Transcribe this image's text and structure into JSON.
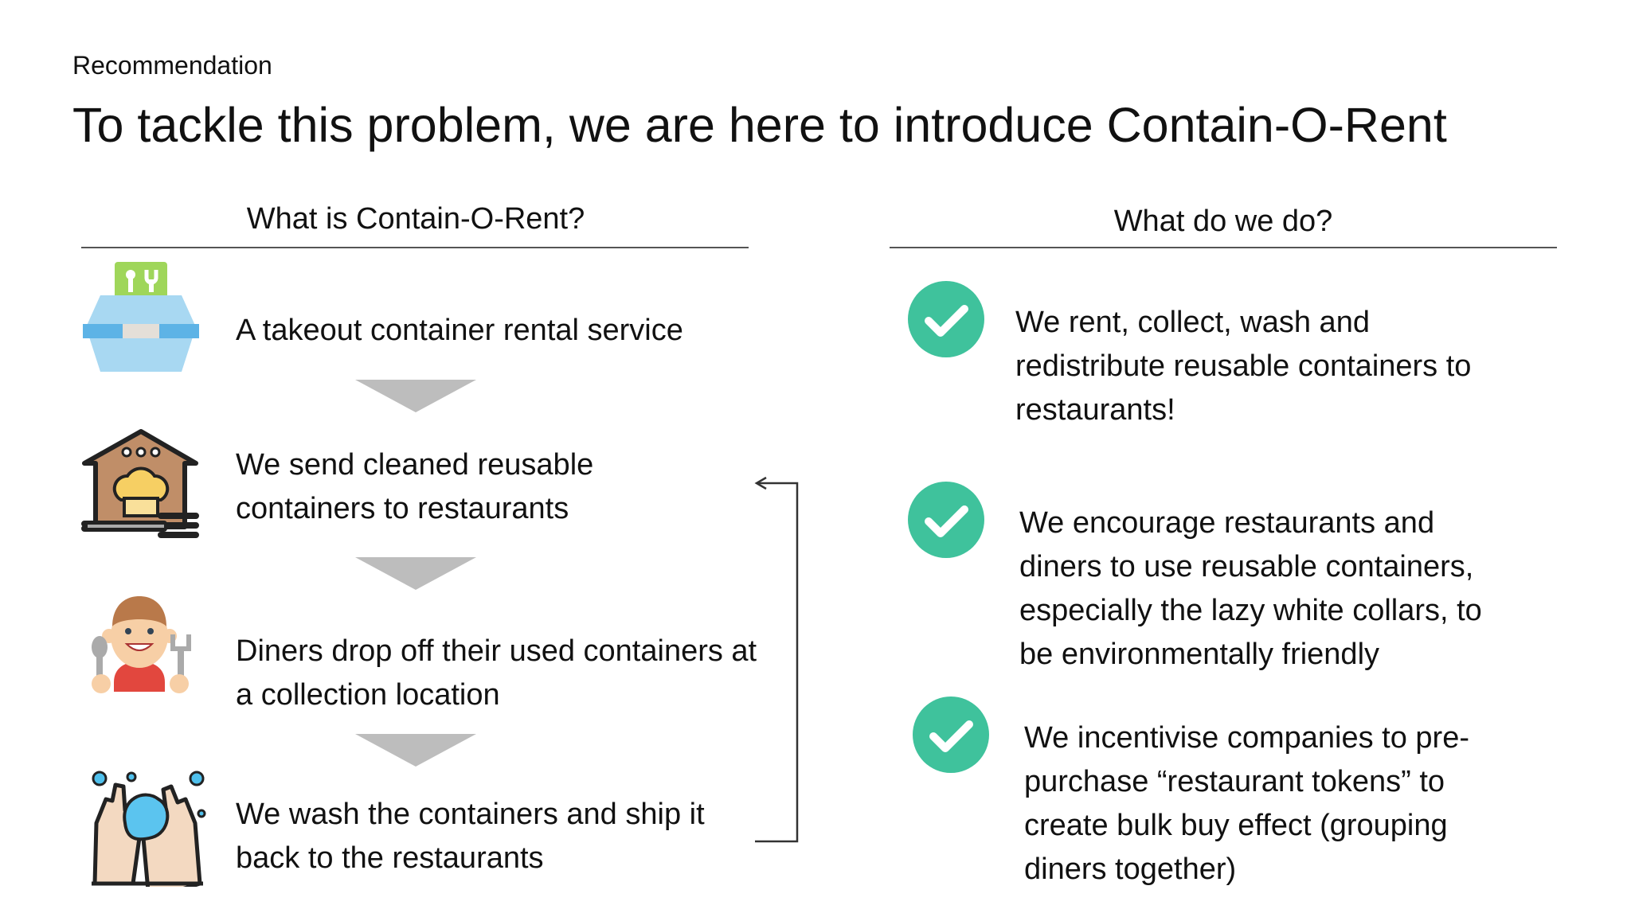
{
  "kicker": "Recommendation",
  "title": "To tackle this problem, we are here to introduce Contain-O-Rent",
  "left": {
    "heading": "What is Contain-O-Rent?",
    "steps": [
      {
        "icon": "takeout-container-icon",
        "lines": [
          "A takeout container rental service"
        ]
      },
      {
        "icon": "restaurant-house-icon",
        "lines": [
          "We send cleaned reusable",
          "containers to restaurants"
        ]
      },
      {
        "icon": "diner-icon",
        "lines": [
          "Diners drop off their used containers at",
          "a collection location"
        ]
      },
      {
        "icon": "washing-hands-icon",
        "lines": [
          "We wash the containers and ship it",
          "back to the restaurants"
        ]
      }
    ]
  },
  "right": {
    "heading": "What do we do?",
    "items": [
      {
        "lines": [
          "We rent, collect, wash and",
          "redistribute reusable containers to",
          "restaurants!"
        ]
      },
      {
        "lines": [
          "We encourage restaurants and",
          "diners to use reusable containers,",
          "especially the lazy white collars, to",
          "be environmentally friendly"
        ]
      },
      {
        "lines": [
          "We incentivise companies to pre-",
          "purchase “restaurant tokens” to",
          "create bulk buy effect (grouping",
          "diners together)"
        ]
      }
    ]
  },
  "colors": {
    "check": "#3fc29c",
    "arrow": "#bdbdbd"
  }
}
